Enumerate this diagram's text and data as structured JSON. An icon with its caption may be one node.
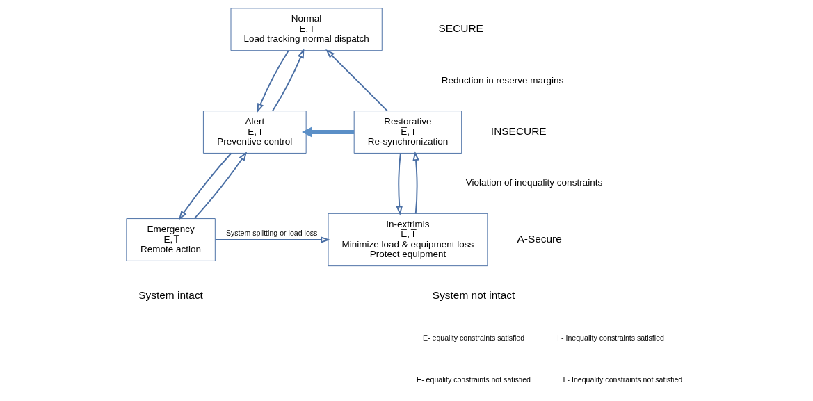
{
  "diagram": {
    "nodes": [
      {
        "text": [
          "Normal",
          "E, I",
          "Load tracking normal dispatch"
        ]
      },
      {
        "text": [
          "Restorative",
          "E̅, I",
          "Re-synchronization"
        ]
      },
      {
        "text": [
          "Alert",
          "E, I",
          "Preventive control"
        ]
      },
      {
        "text": [
          "In-extrimis",
          "E̅, I̅",
          "Minimize load & equipment loss",
          "Protect equipment"
        ]
      },
      {
        "text": [
          "Emergency",
          "E, I̅",
          "Remote action"
        ]
      }
    ],
    "edges": [
      {
        "from": 1,
        "to": 0,
        "arrow": "to"
      },
      {
        "from": 2,
        "to": 0,
        "arrow": "to"
      },
      {
        "from": 0,
        "to": 2,
        "arrow": "to"
      },
      {
        "from": 1,
        "to": 2,
        "arrow": "to",
        "style": "thick",
        "color": "#5b8fc7"
      },
      {
        "from": 3,
        "to": 1,
        "arrow": "to"
      },
      {
        "from": 1,
        "to": 3,
        "arrow": "to"
      },
      {
        "from": 4,
        "to": 2,
        "arrow": "to"
      },
      {
        "from": 2,
        "to": 4,
        "arrow": "to"
      },
      {
        "from": 4,
        "to": 3,
        "arrow": "to",
        "label": "System splitting or load loss"
      }
    ],
    "labels": [
      "SECURE",
      "Reduction in reserve margins",
      "INSECURE",
      "Violation of inequality constraints",
      "A-Secure",
      "System not intact",
      "System intact",
      "E- equality constraints satisfied",
      "I - Inequality constraints satisfied",
      "E̅- equality constraints not satisfied",
      "I̅ - Inequality constraints not satisfied"
    ]
  }
}
